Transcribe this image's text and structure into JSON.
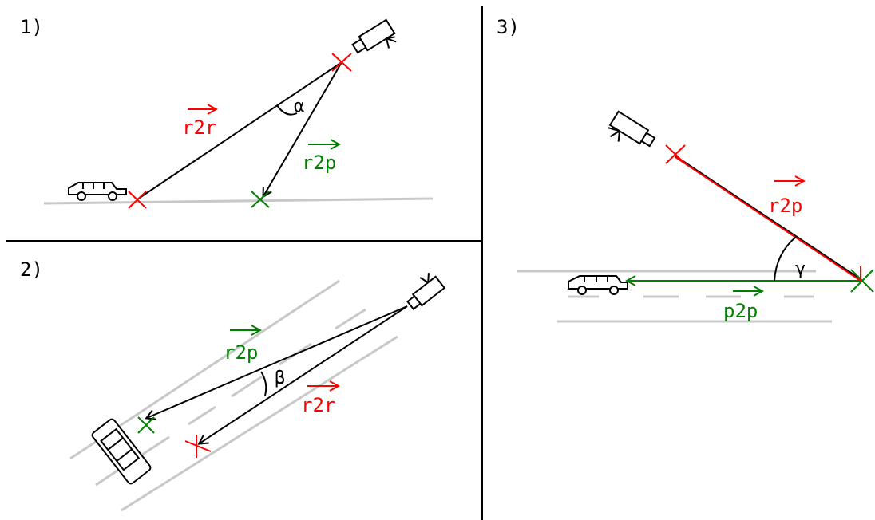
{
  "colors": {
    "red": "#ff0000",
    "green": "#008000",
    "road": "#c8c8c8",
    "ink": "#000000"
  },
  "panels": [
    {
      "number": "1)",
      "angle": "α",
      "vectors": [
        {
          "text": "r2r",
          "color": "red"
        },
        {
          "text": "r2p",
          "color": "green"
        }
      ]
    },
    {
      "number": "2)",
      "angle": "β",
      "vectors": [
        {
          "text": "r2p",
          "color": "green"
        },
        {
          "text": "r2r",
          "color": "red"
        }
      ]
    },
    {
      "number": "3)",
      "angle": "γ",
      "vectors": [
        {
          "text": "r2p",
          "color": "red"
        },
        {
          "text": "p2p",
          "color": "green"
        }
      ]
    }
  ],
  "icons": [
    "car-icon",
    "camera-icon",
    "cross-marker-icon",
    "arrow-icon"
  ]
}
